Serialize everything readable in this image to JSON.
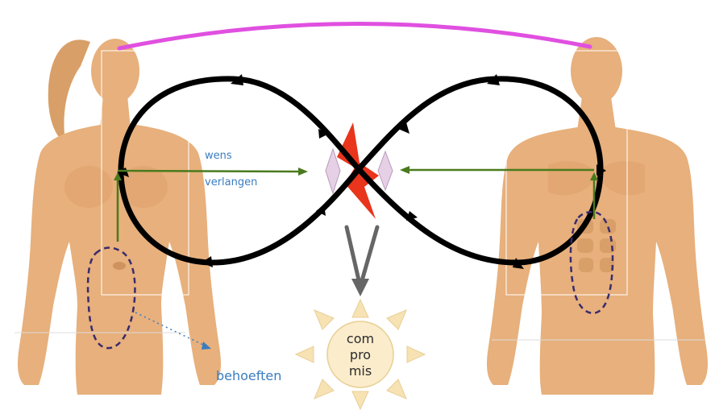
{
  "labels": {
    "wish": "wens",
    "desire": "verlangen",
    "needs": "behoeften"
  },
  "compromise": {
    "line1": "com",
    "line2": "pro",
    "line3": "mis"
  },
  "colors": {
    "skin": "#e7b07c",
    "skin_shadow": "#cf9360",
    "loop": "#000000",
    "connection_arc": "#e050e0",
    "desire_arrow": "#4a7a1e",
    "needs_outline": "#3a2b6e",
    "lightning": "#e8351c",
    "diamond": "#e6d0e6",
    "sun_core": "#fbeccb",
    "sun_rays": "#f7e2b4",
    "funnel_arrow": "#666666",
    "label_text": "#3a7cc0"
  },
  "icons": {
    "left_figure": "woman-figure-icon",
    "right_figure": "man-figure-icon",
    "clash": "lightning-icon",
    "compromise": "sun-icon"
  }
}
